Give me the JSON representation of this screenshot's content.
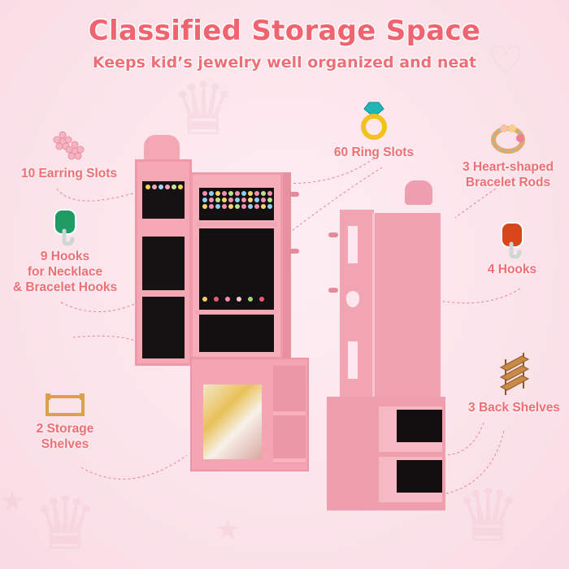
{
  "header": {
    "title": "Classified Storage Space",
    "subtitle": "Keeps kid’s jewelry well organized and neat"
  },
  "features": [
    {
      "id": "earring",
      "label_lines": [
        "10 Earring Slots"
      ],
      "icon": "flower-earring-icon"
    },
    {
      "id": "hooks-left",
      "label_lines": [
        "9 Hooks",
        "for Necklace",
        "& Bracelet Hooks"
      ],
      "icon": "green-hook-icon"
    },
    {
      "id": "storage-shelves",
      "label_lines": [
        "2 Storage",
        "Shelves"
      ],
      "icon": "wooden-shelf-icon"
    },
    {
      "id": "ring",
      "label_lines": [
        "60 Ring Slots"
      ],
      "icon": "diamond-ring-icon"
    },
    {
      "id": "bracelet-rods",
      "label_lines": [
        "3 Heart-shaped",
        "Bracelet Rods"
      ],
      "icon": "bracelet-icon"
    },
    {
      "id": "hooks-right",
      "label_lines": [
        "4 Hooks"
      ],
      "icon": "red-hook-icon"
    },
    {
      "id": "back-shelves",
      "label_lines": [
        "3 Back Shelves"
      ],
      "icon": "wooden-back-shelves-icon"
    }
  ],
  "colors": {
    "title": "#ef6470",
    "label": "#ee6f73",
    "background": "#fbe3ea",
    "cabinet_pink": "#f5a3b3",
    "dashed_line": "#e8848f"
  },
  "product": {
    "front_view": "open jewelry cabinet with mirror base",
    "back_view": "rotated cabinet showing back shelves"
  }
}
